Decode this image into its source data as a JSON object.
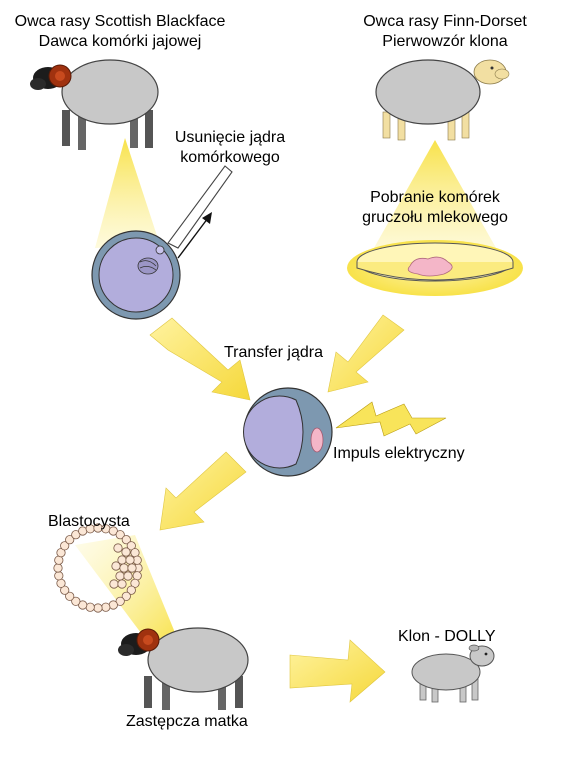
{
  "donor_sheep": {
    "breed_label": "Owca rasy Scottish Blackface",
    "role_label": "Dawca komórki jajowej"
  },
  "original_sheep": {
    "breed_label": "Owca rasy Finn-Dorset",
    "role_label": "Pierwowzór klona"
  },
  "steps": {
    "nucleus_removal_line1": "Usunięcie jądra",
    "nucleus_removal_line2": "komórkowego",
    "mammary_cells_line1": "Pobranie komórek",
    "mammary_cells_line2": "gruczołu mlekowego",
    "nuclear_transfer": "Transfer jądra",
    "electric_pulse": "Impuls elektryczny",
    "blastocyst": "Blastocysta",
    "surrogate": "Zastępcza matka",
    "clone": "Klon - DOLLY"
  },
  "colors": {
    "arrow_fill": "#f8e45a",
    "beam": "#f8e45a",
    "cell_membrane": "#7d98b0",
    "cytoplasm": "#b2addc",
    "fleece": "#c8c8c8",
    "blackface_horn": "#a0320f",
    "finn_dorset_face": "#f2dfa2",
    "mammary_tissue": "#f4b6c8"
  }
}
